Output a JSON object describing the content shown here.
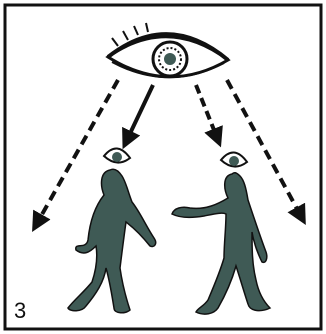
{
  "panel_number": "3",
  "colors": {
    "ink": "#111111",
    "figure_fill": "#3f5a55",
    "background": "#ffffff"
  },
  "icons": [
    "eye-icon",
    "small-eye-icon",
    "person-figure",
    "arrow"
  ]
}
